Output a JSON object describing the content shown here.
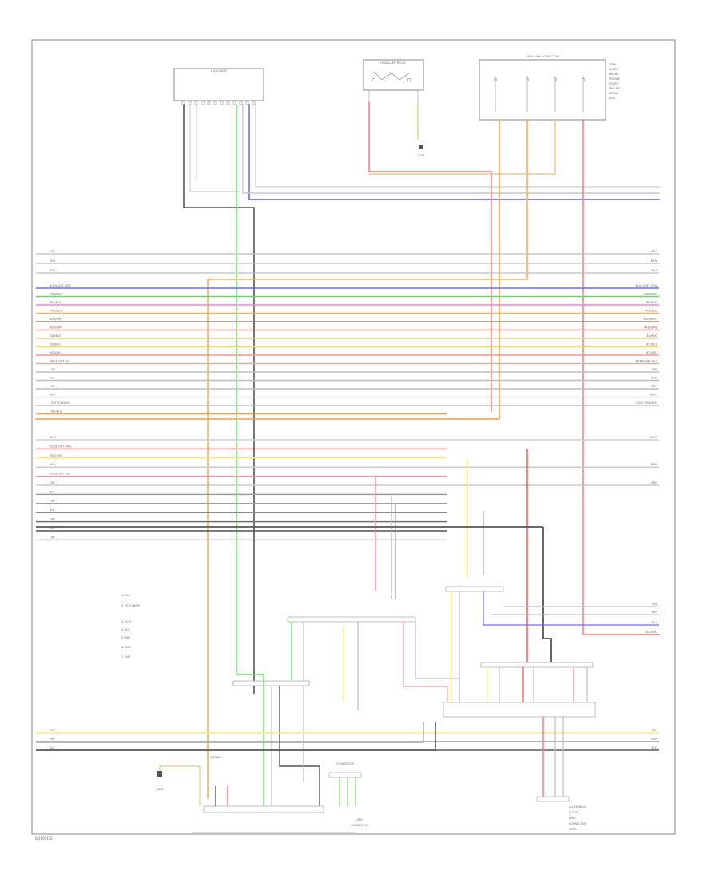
{
  "diagram": {
    "footer_code": "W3S0011E",
    "components": {
      "module_left": {
        "title": "LOGIC UNIT"
      },
      "relay_top": {
        "title": "HEADLAMP RELAY"
      },
      "module_right": {
        "title": "DATA LINK CONNECTOR",
        "side_notes": [
          "TERM",
          "BLOCK",
          "ENGINE",
          "MODULE",
          "POWER",
          "GROUND",
          "SERIAL",
          "DATA"
        ]
      },
      "legend_items": [
        "1. 30A",
        "2. PCM / BCM",
        "3. ECM",
        "4. A/C",
        "5. ABS",
        "6. INST",
        "7. BUS"
      ],
      "bottom_module_left_title": "ENGINE",
      "bottom_module_right_title": "CONNECTOR",
      "bottom_center_note": [
        "VEH",
        "CONNECTOR"
      ],
      "bottom_right_note": [
        "ALL MODELS",
        "BLOCK",
        "DIAG",
        "CONNECTOR",
        "TERM"
      ]
    },
    "ground_notes": [
      "G101",
      "G102"
    ],
    "wire_bundle_1": [
      "GRY",
      "BRN",
      "BLU"
    ],
    "wire_bundle_2": [
      {
        "left": "BLU/LIGHT GRN",
        "right": "BLU/LIGHT GRN",
        "color": "#6a6aff"
      },
      {
        "left": "GRN/WHT",
        "right": "GRN/WHT",
        "color": "#5ddc5d"
      },
      {
        "left": "PNK/BLK",
        "right": "PNK/BLK",
        "color": "#ff7fd8"
      },
      {
        "left": "ORG/BLK",
        "right": "ORG/BLK",
        "color": "#ffae55"
      },
      {
        "left": "BRN/WHT",
        "right": "BRN/WHT",
        "color": "#9a8a6a"
      },
      {
        "left": "RED/GRN",
        "right": "RED/GRN",
        "color": "#ff8080"
      },
      {
        "left": "TAN/BLK",
        "right": "TAN/BLK",
        "color": "#e8c88c"
      },
      {
        "left": "YEL/BLU",
        "right": "YEL/BLU",
        "color": "#ffd848"
      },
      {
        "left": "RED/YEL",
        "right": "RED/YEL",
        "color": "#ff9090"
      },
      {
        "left": "BRN/LIGHT BLU",
        "right": "BRN/LIGHT BLU",
        "color": "#c9b89a"
      },
      {
        "left": "GRY",
        "right": "GRY",
        "color": "#bdbdbd"
      },
      {
        "left": "BLK",
        "right": "BLK",
        "color": "#bdbdbd"
      },
      {
        "left": "GRY",
        "right": "GRY",
        "color": "#bdbdbd"
      },
      {
        "left": "WHT",
        "right": "WHT",
        "color": "#cfcfcf"
      },
      {
        "left": "LIGHT GRN/BLK",
        "right": "LIGHT GRN/BLK",
        "color": "#bdbdbd"
      },
      {
        "left": "ORG/BLU",
        "right": "",
        "color": "#ff9a3c"
      }
    ],
    "wire_bundle_3": [
      {
        "left": "WHT",
        "right": "WHT",
        "color": "#cfcfcf"
      },
      {
        "left": "RED/LIGHT GRN",
        "right": "",
        "color": "#ff7070"
      },
      {
        "left": "YEL/GRN",
        "right": "",
        "color": "#ffec6a"
      },
      {
        "left": "BRN",
        "right": "BRN",
        "color": "#c8c8c8"
      },
      {
        "left": "RED/LIGHT BLU",
        "right": "",
        "color": "#ff8aa8"
      },
      {
        "left": "GRY",
        "right": "GRY",
        "color": "#c8c8c8"
      },
      {
        "left": "BLK",
        "right": "",
        "color": "#9c9c9c"
      },
      {
        "left": "GRY",
        "right": "",
        "color": "#9c9c9c"
      },
      {
        "left": "BLK",
        "right": "",
        "color": "#8c8c8c"
      },
      {
        "left": "GRY",
        "right": "",
        "color": "#707070"
      },
      {
        "left": "BLK",
        "right": "",
        "color": "#505050"
      },
      {
        "left": "GRY",
        "right": "",
        "color": "#b0b0b0"
      }
    ],
    "wire_bundle_4": [
      {
        "left": "YEL",
        "right": "YEL",
        "color": "#fff07a"
      },
      {
        "left": "GRY",
        "right": "GRY",
        "color": "#9a9a9a"
      },
      {
        "left": "BLK",
        "right": "BLK",
        "color": "#5a5a5a"
      }
    ],
    "right_exit_labels": [
      "TAN",
      "GRY",
      "BLU",
      "RED/BLK"
    ]
  }
}
